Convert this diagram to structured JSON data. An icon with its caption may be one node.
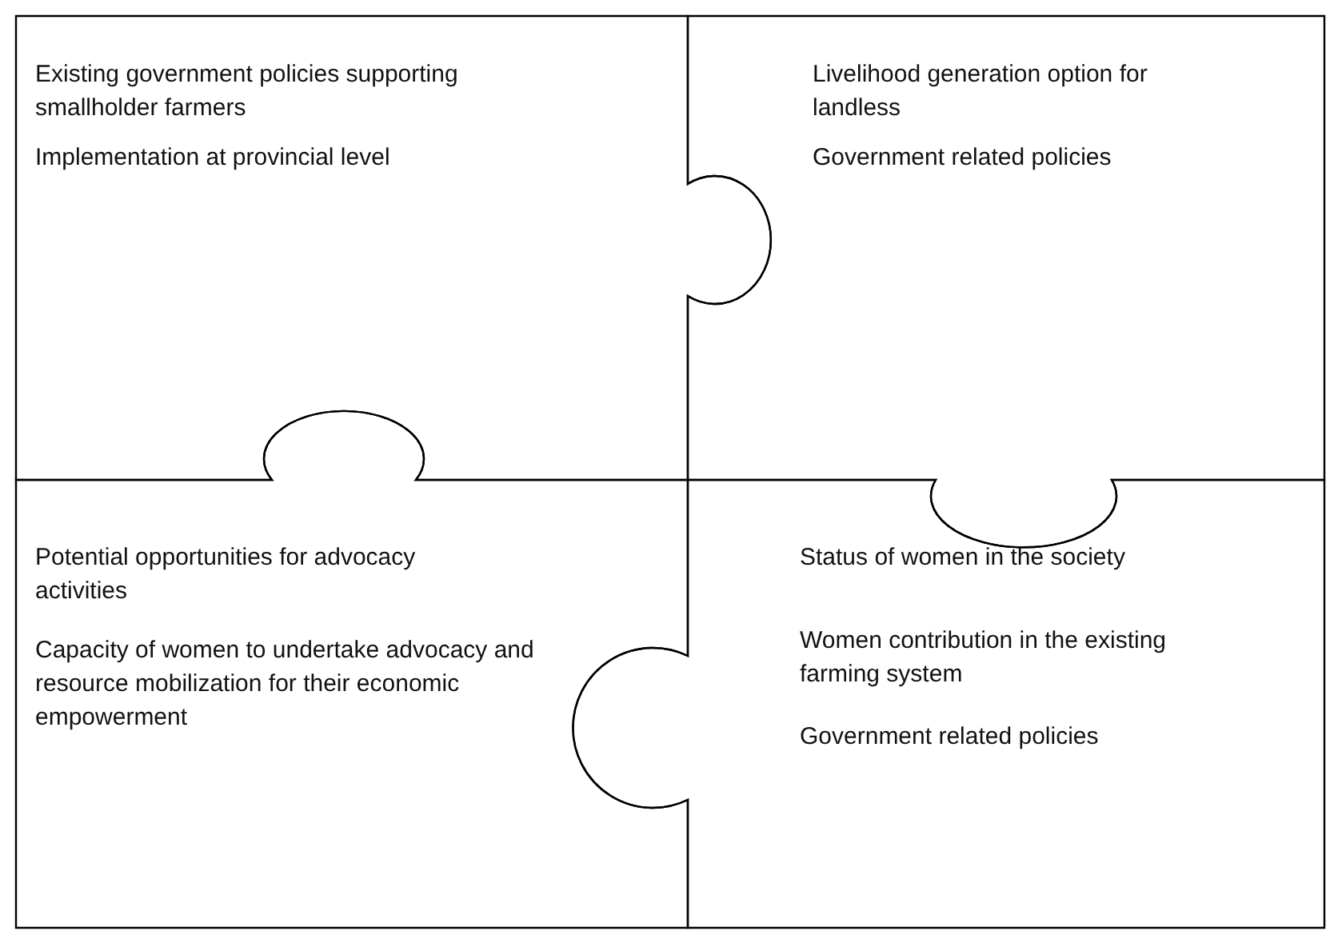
{
  "diagram": {
    "nodes": [
      {
        "text": [
          "Existing government policies supporting smallholder farmers",
          "Implementation at provincial level"
        ]
      },
      {
        "text": [
          "Livelihood generation option for landless",
          "Government related policies"
        ]
      },
      {
        "text": [
          "Potential opportunities  for advocacy activities",
          "Capacity of women to undertake advocacy and resource mobilization for their economic empowerment"
        ]
      },
      {
        "text": [
          "Status of women in the society",
          "Women contribution in the existing farming system",
          "Government related policies"
        ]
      }
    ]
  }
}
